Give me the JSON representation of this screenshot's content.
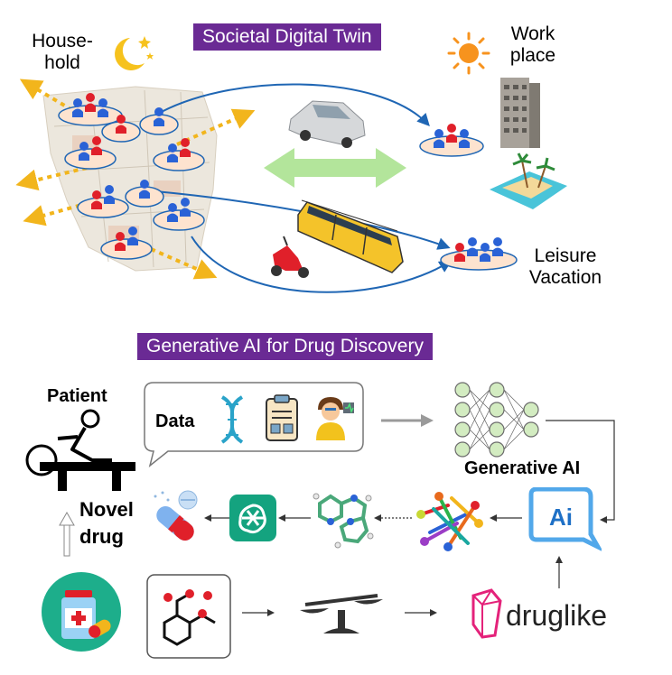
{
  "top": {
    "title": "Societal Digital Twin",
    "household": "House-\nhold",
    "workplace": "Work\nplace",
    "leisure": "Leisure\nVacation"
  },
  "bottom": {
    "title": "Generative AI for Drug Discovery",
    "patient": "Patient",
    "data": "Data",
    "generative_ai": "Generative AI",
    "ai_badge": "Ai",
    "novel_drug": "Novel\ndrug",
    "druglike": "druglike"
  },
  "colors": {
    "banner": "#6a2a94",
    "arrow_blue": "#1f66b4",
    "arrow_yellow": "#f2b51c",
    "arrow_green": "#a6e08a",
    "person_red": "#e0202a",
    "person_blue": "#2a62d6"
  },
  "icons": [
    "moon-icon",
    "sun-icon",
    "car-icon",
    "tram-icon",
    "scooter-icon",
    "building-icon",
    "beach-island-icon",
    "dna-icon",
    "clipboard-icon",
    "doctor-icon",
    "neural-network-icon",
    "ai-badge-icon",
    "molecule-cluster-icon",
    "molecule-icon",
    "openai-icon",
    "pill-icon",
    "medicine-icon",
    "scale-icon",
    "druglike-logo-icon",
    "patient-bed-icon"
  ]
}
